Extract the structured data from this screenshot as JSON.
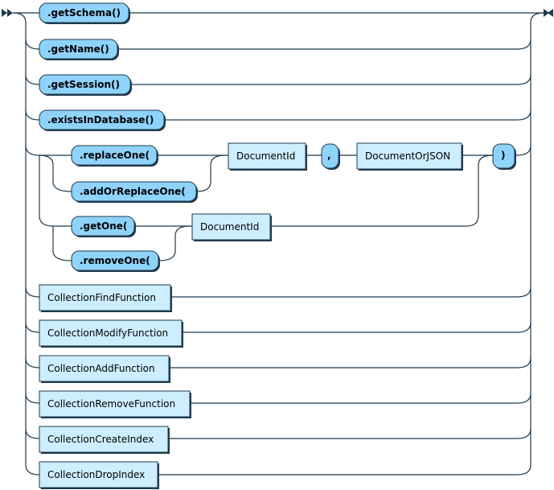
{
  "terminals": {
    "get_schema": ".getSchema()",
    "get_name": ".getName()",
    "get_session": ".getSession()",
    "exists_in_database": ".existsInDatabase()",
    "replace_one": ".replaceOne(",
    "add_or_replace_one": ".addOrReplaceOne(",
    "get_one": ".getOne(",
    "remove_one": ".removeOne(",
    "comma": ",",
    "close_paren": ")"
  },
  "nonterminals": {
    "document_id_1": "DocumentId",
    "document_or_json": "DocumentOrJSON",
    "document_id_2": "DocumentId",
    "collection_find_function": "CollectionFindFunction",
    "collection_modify_function": "CollectionModifyFunction",
    "collection_add_function": "CollectionAddFunction",
    "collection_remove_function": "CollectionRemoveFunction",
    "collection_create_index": "CollectionCreateIndex",
    "collection_drop_index": "CollectionDropIndex"
  },
  "colors": {
    "terminal_fill": "#8fd3fb",
    "nonterminal_fill": "#cdeeff",
    "line": "#1f3a4d"
  }
}
